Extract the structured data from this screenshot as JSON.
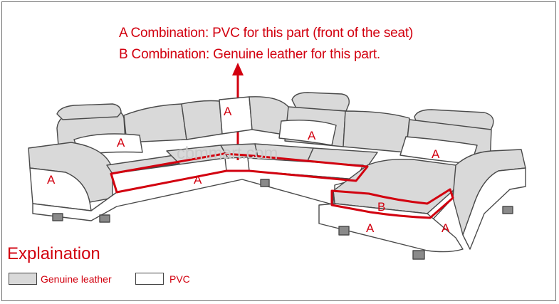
{
  "header": {
    "line_a": "A Combination: PVC for this part (front of the seat)",
    "line_b": "B Combination: Genuine leather for this part."
  },
  "diagram": {
    "watermark": "cbmmart.com",
    "labels": {
      "a": "A",
      "b": "B"
    }
  },
  "explanation": {
    "title": "Explaination",
    "legend": [
      {
        "label": "Genuine leather",
        "swatch_color": "#d9d9d9"
      },
      {
        "label": "PVC",
        "swatch_color": "#ffffff"
      }
    ]
  },
  "colors": {
    "accent": "#d2000f",
    "leather": "#d9d9d9",
    "outline": "#4a4a4a"
  }
}
